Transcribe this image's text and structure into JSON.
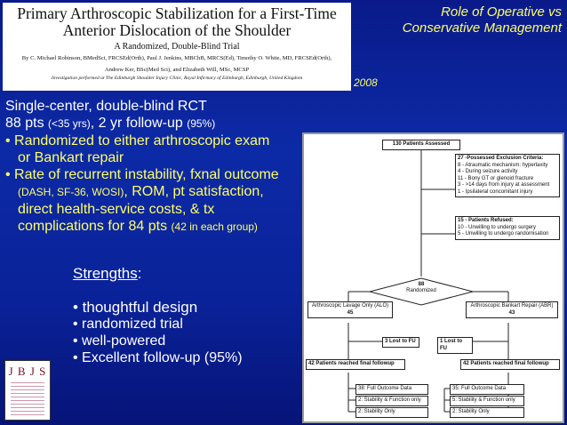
{
  "paper": {
    "title": "Primary Arthroscopic Stabilization for a First-Time Anterior Dislocation of the Shoulder",
    "title_line1": "Primary Arthroscopic Stabilization for a First-Time",
    "title_line2": "Anterior Dislocation of the Shoulder",
    "subtitle": "A Randomized, Double-Blind Trial",
    "authors_line1": "By C. Michael Robinson, BMedSci, FRCSEd(Orth), Paul J. Jenkins, MBChB, MRCS(Ed), Timothy O. White, MD, FRCSEd(Orth),",
    "authors_line2": "Andrew Ker, BSc(Med Sci), and Elizabeth Will, MSc, MCSP",
    "institution": "Investigation performed at The Edinburgh Shoulder Injury Clinic, Royal Infirmary of Edinburgh, Edinburgh, United Kingdom"
  },
  "header": {
    "role_line1": "Role of Operative vs",
    "role_line2": "Conservative Management",
    "year": "2008"
  },
  "summary": {
    "l1": "Single-center, double-blind RCT",
    "l2a": "88 pts ",
    "l2b": "(<35 yrs)",
    "l2c": ", 2 yr follow-up ",
    "l2d": "(95%)",
    "b1a": "• Randomized to either arthroscopic exam",
    "b1b": "or Bankart repair",
    "b2a": "• Rate of recurrent instability, fxnal outcome",
    "b2b1": "(DASH, SF-36, WOSI)",
    "b2b2": ", ROM, pt satisfaction,",
    "b2c": "direct health-service costs,  & tx",
    "b2d1": "complications for 84 pts ",
    "b2d2": "(42 in each group)"
  },
  "strengths": {
    "heading": "Strengths",
    "colon": ":",
    "items": [
      "• thoughtful design",
      "• randomized trial",
      "• well-powered",
      "• Excellent follow-up (95%)"
    ]
  },
  "journal_logo": "J B J S",
  "flowchart": {
    "assessed": "130 Patients Assessed",
    "excl_title": "27 -Possessed Exclusion Criteria:",
    "excl_items": [
      "8 - Atraumatic mechanism: hyperlaxity",
      "4 - During seizure activity",
      "11 - Bony GT or glenoid fracture",
      "3 - >14 days from injury at assessment",
      "1 - Ipsilateral concomitant injury"
    ],
    "refused_title": "15 - Patients Refused:",
    "refused_items": [
      "10 - Unwilling to undergo surgery",
      "5 - Unwilling to undergo randomisation"
    ],
    "randomized_n": "88",
    "randomized": "Randomized",
    "alo_label": "Arthroscopic Lavage Only (ALO)",
    "alo_n": "45",
    "abr_label": "Arthroscopic Bankart Repair (ABR)",
    "abr_n": "43",
    "lost_alo": "3 Lost to FU",
    "lost_abr": "1 Lost to FU",
    "final_alo": "42 Patients reached final followup",
    "final_abr": "42 Patients reached final followup",
    "alo_full": "38: Full Outcome Data",
    "alo_stab_func": "2: Stability & Function only",
    "alo_stab": "2: Stability Only",
    "abr_full": "35: Full Outcome Data",
    "abr_stab_func": "5: Stability & Function only",
    "abr_stab": "2: Stability Only"
  }
}
